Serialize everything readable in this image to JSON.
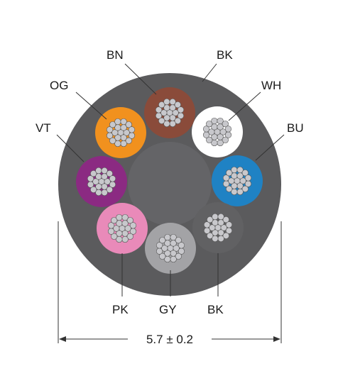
{
  "diagram": {
    "dimension_label": "5.7 ± 0.2",
    "jacket_color": "#5b5b5d",
    "core_filler_color": "#646467",
    "strand_color": "#c8c8cc",
    "conductors": [
      {
        "id": "brown",
        "label": "BN",
        "color": "#8a4b3a"
      },
      {
        "id": "black1",
        "label": "BK",
        "color": "#3f3f41"
      },
      {
        "id": "white",
        "label": "WH",
        "color": "#ffffff"
      },
      {
        "id": "blue",
        "label": "BU",
        "color": "#1f82c4"
      },
      {
        "id": "black2",
        "label": "BK",
        "color": "#616163"
      },
      {
        "id": "grey",
        "label": "GY",
        "color": "#a3a3a6"
      },
      {
        "id": "pink",
        "label": "PK",
        "color": "#e98ab9"
      },
      {
        "id": "violet",
        "label": "VT",
        "color": "#8b2a82"
      },
      {
        "id": "orange",
        "label": "OG",
        "color": "#f1911e"
      }
    ]
  }
}
